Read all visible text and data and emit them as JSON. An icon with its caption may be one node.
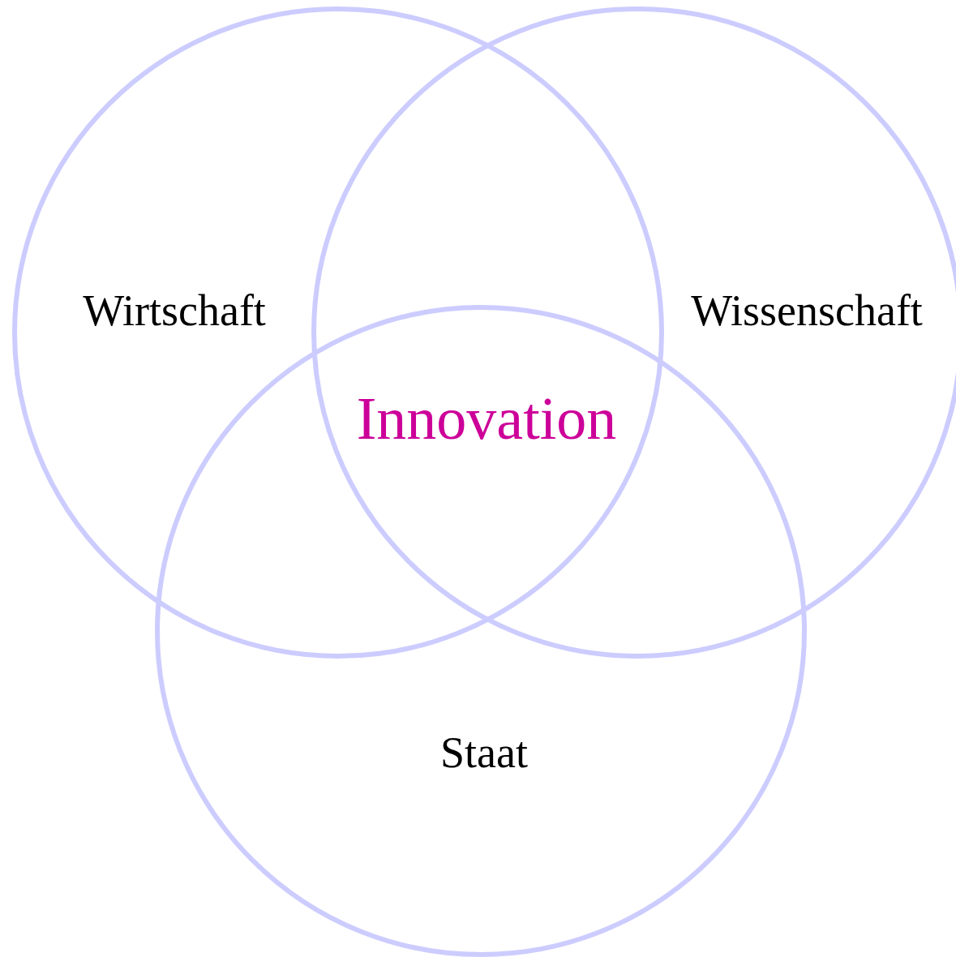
{
  "diagram": {
    "nodes": [
      {
        "text": [
          "Wirtschaft"
        ]
      },
      {
        "text": [
          "Wissenschaft"
        ]
      },
      {
        "text": [
          "Staat"
        ]
      }
    ],
    "labels": [
      "Innovation"
    ]
  }
}
